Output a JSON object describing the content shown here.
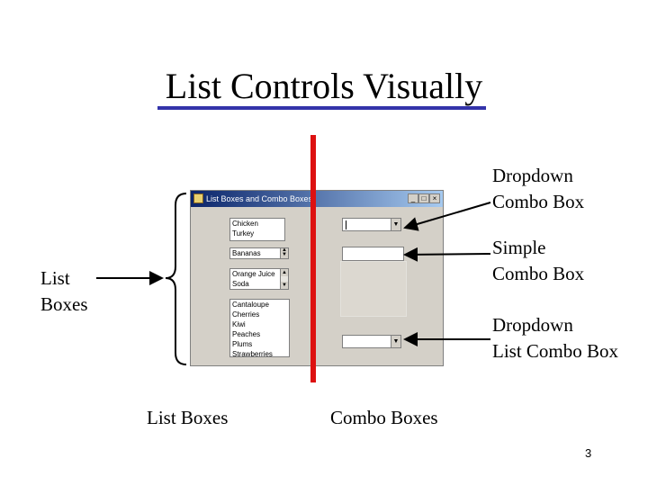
{
  "slide": {
    "title": "List Controls Visually",
    "labels": {
      "dropdown_combo": [
        "Dropdown",
        "Combo Box"
      ],
      "simple_combo": [
        "Simple",
        "Combo Box"
      ],
      "dropdown_list_combo": [
        "Dropdown",
        "List Combo Box"
      ],
      "list_boxes_side": [
        "List",
        "Boxes"
      ],
      "bottom_list_boxes": "List Boxes",
      "bottom_combo_boxes": "Combo Boxes"
    },
    "page_number": "3",
    "colors": {
      "divider": "#dd1111",
      "underline": "#3333aa"
    }
  },
  "window": {
    "title": "List Boxes and Combo Boxes",
    "buttons": {
      "minimize": "_",
      "maximize": "□",
      "close": "×"
    },
    "listbox1": [
      "Chicken",
      "Turkey"
    ],
    "listbox2": "Bananas",
    "listbox3": [
      "Orange Juice",
      "Soda"
    ],
    "listbox4": [
      "Cantaloupe",
      "Cherries",
      "Kiwi",
      "Peaches",
      "Plums",
      "Strawberries"
    ]
  }
}
